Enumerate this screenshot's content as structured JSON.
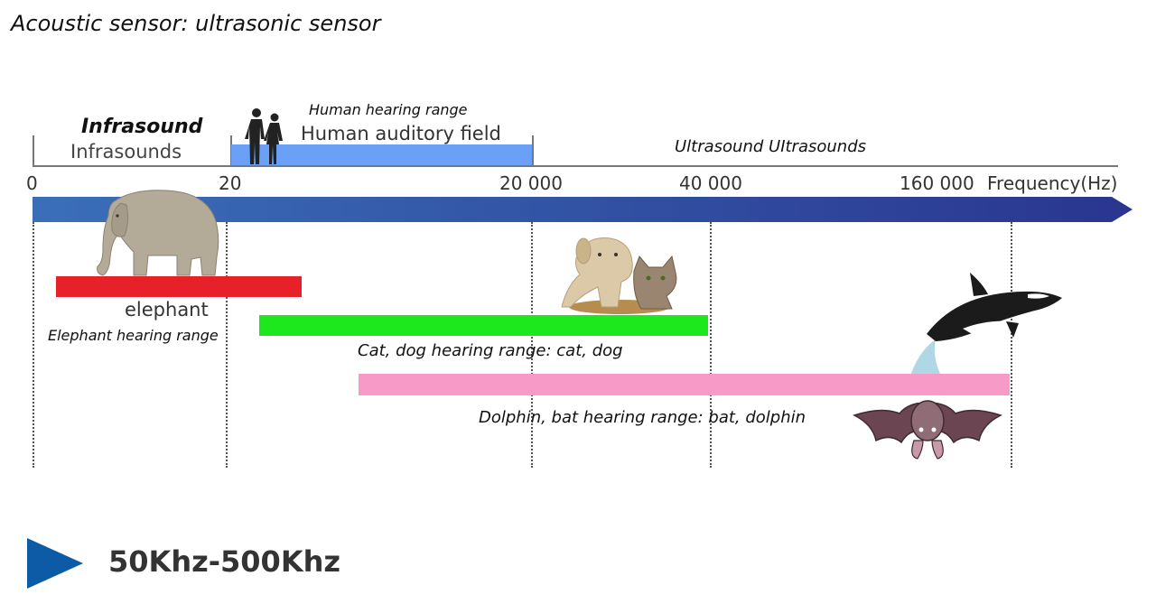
{
  "title": "Acoustic sensor: ultrasonic sensor",
  "labels": {
    "infrasound_bold": "Infrasound",
    "infrasound_sub": "Infrasounds",
    "human_range": "Human hearing range",
    "human_field": "Human auditory field",
    "ultrasound": "Ultrasound UItrasounds",
    "elephant": "elephant",
    "elephant_range": "Elephant hearing range",
    "catdog_range": "Cat, dog hearing range: cat, dog",
    "dolphinbat_range": "Dolphin, bat hearing range: bat, dolphin"
  },
  "axis": {
    "ticks": [
      "0",
      "20",
      "20 000",
      "40 000",
      "160 000"
    ],
    "label": "Frequency(Hz)"
  },
  "footer": {
    "range": "50Khz-500Khz"
  },
  "colors": {
    "axis_bar_start": "#3a6fb8",
    "axis_bar_end": "#2a3590",
    "human_bar": "#6aa0f5",
    "elephant_bar": "#e8202a",
    "catdog_bar": "#1de81d",
    "dolphinbat_bar": "#f89ac8",
    "footer_arrow": "#0d5aa7"
  },
  "icons": [
    "human-couple-icon",
    "elephant-icon",
    "dog-cat-icon",
    "orca-icon",
    "bat-icon",
    "play-arrow-icon"
  ]
}
